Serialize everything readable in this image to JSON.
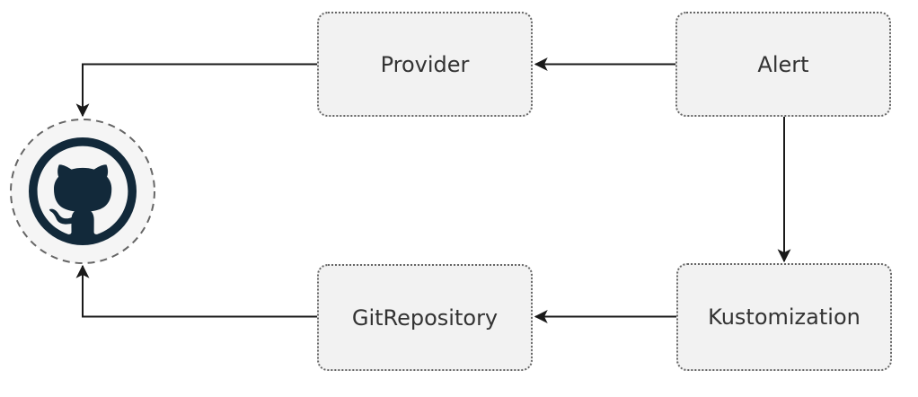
{
  "diagram": {
    "type": "flowchart",
    "nodes": {
      "provider": {
        "label": "Provider"
      },
      "alert": {
        "label": "Alert"
      },
      "gitrepository": {
        "label": "GitRepository"
      },
      "kustomization": {
        "label": "Kustomization"
      },
      "github": {
        "label": "",
        "icon": "github-icon"
      }
    },
    "edges": [
      {
        "from": "Alert",
        "to": "Provider",
        "style": "solid-arrow"
      },
      {
        "from": "Alert",
        "to": "Kustomization",
        "style": "solid-arrow"
      },
      {
        "from": "Kustomization",
        "to": "GitRepository",
        "style": "solid-arrow"
      },
      {
        "from": "Provider",
        "to": "GitHub",
        "style": "solid-arrow"
      },
      {
        "from": "GitRepository",
        "to": "GitHub",
        "style": "solid-arrow"
      }
    ],
    "colors": {
      "background": "#ffffff",
      "node_fill": "#f2f2f2",
      "node_border": "#666666",
      "node_text": "#333333",
      "edge_stroke": "#1a1a1a",
      "github_mark": "#12293a",
      "github_badge_fill": "#f5f5f5",
      "github_badge_border": "#666666"
    }
  }
}
